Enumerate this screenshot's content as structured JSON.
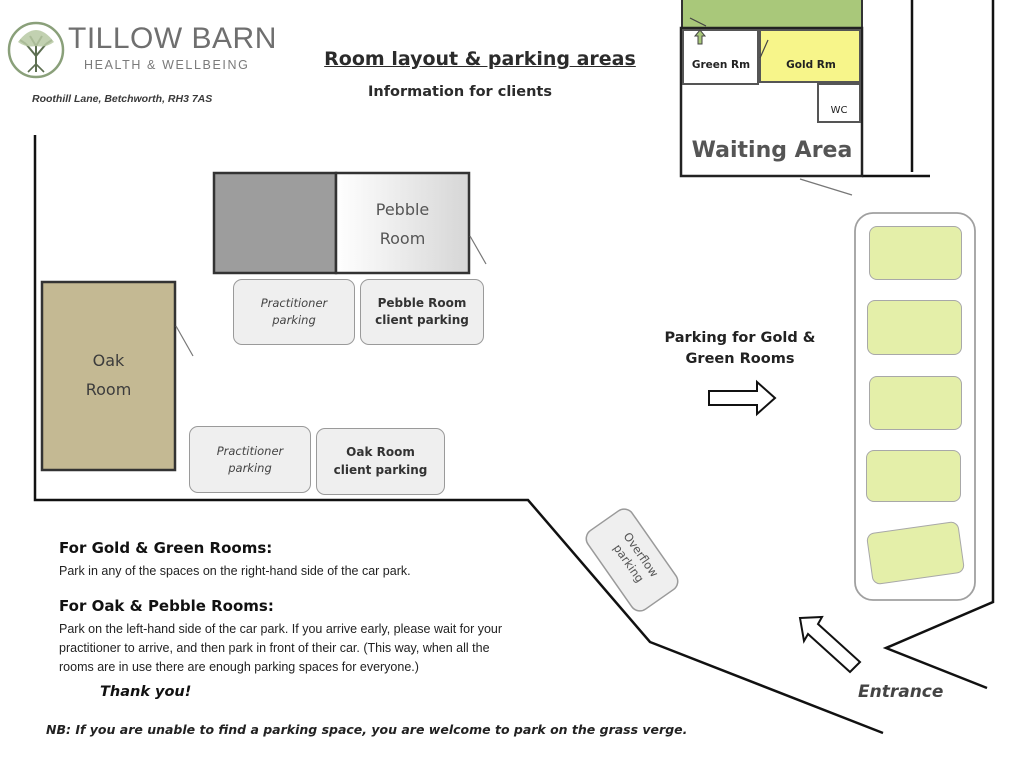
{
  "header": {
    "logo_name": "TILLOW BARN",
    "logo_sub": "HEALTH & WELLBEING",
    "address": "Roothill Lane, Betchworth, RH3 7AS",
    "title": "Room layout & parking areas",
    "subtitle": "Information for clients"
  },
  "building": {
    "green_room": "Green Rm",
    "gold_room": "Gold Rm",
    "wc": "WC",
    "waiting_area": "Waiting Area"
  },
  "rooms": {
    "pebble_line1": "Pebble",
    "pebble_line2": "Room",
    "oak_line1": "Oak",
    "oak_line2": "Room"
  },
  "parking": {
    "practitioner_top_l1": "Practitioner",
    "practitioner_top_l2": "parking",
    "pebble_client_l1": "Pebble Room",
    "pebble_client_l2": "client parking",
    "practitioner_bottom_l1": "Practitioner",
    "practitioner_bottom_l2": "parking",
    "oak_client_l1": "Oak Room",
    "oak_client_l2": "client parking",
    "gold_green_l1": "Parking for Gold &",
    "gold_green_l2": "Green Rooms",
    "overflow_l1": "Overflow",
    "overflow_l2": "parking",
    "right_bay_count": 5
  },
  "info": {
    "gold_green_heading": "For Gold & Green Rooms:",
    "gold_green_text": "Park in any of the spaces on the right-hand side of the car park.",
    "oak_pebble_heading": "For Oak & Pebble Rooms:",
    "oak_pebble_text_1": "Park on the left-hand side of the car park. If you arrive early, please wait for your",
    "oak_pebble_text_2": "practitioner to arrive, and then park in front of their car. (This way, when all the",
    "oak_pebble_text_3": "rooms are in use there are enough parking spaces for everyone.)",
    "thanks": "Thank you!",
    "nb": "NB: If you are unable to find a parking space, you are welcome to park on the grass verge."
  },
  "entrance_label": "Entrance",
  "colors": {
    "grass": "#a9c87a",
    "gold": "#f7f58a",
    "oak": "#c4b993",
    "bay": "#e4efa9",
    "pebble_dark": "#9d9d9d"
  }
}
